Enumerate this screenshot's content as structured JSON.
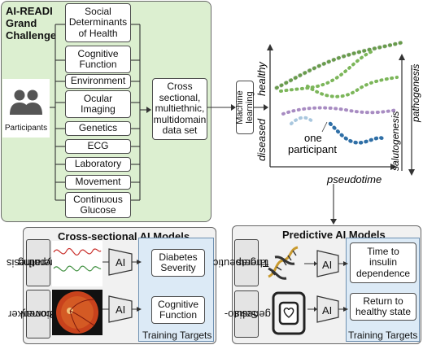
{
  "challenge_title": [
    "AI-READI",
    "Grand",
    "Challenge"
  ],
  "participants_label": "Participants",
  "domains": [
    [
      "Social",
      "Determinants",
      "of Health"
    ],
    [
      "Cognitive",
      "Function"
    ],
    [
      "Environment"
    ],
    [
      "Ocular",
      "Imaging"
    ],
    [
      "Genetics"
    ],
    [
      "ECG"
    ],
    [
      "Laboratory"
    ],
    [
      "Movement"
    ],
    [
      "Continuous",
      "Glucose"
    ]
  ],
  "dataset_label": [
    "Cross",
    "sectional,",
    "multiethnic,",
    "multidomain",
    "data set"
  ],
  "ml_label": [
    "Machine",
    "learning"
  ],
  "trajectory": {
    "healthy": "healthy",
    "diseased": "diseased",
    "pseudotime": "pseudotime",
    "one_participant": [
      "one",
      "participant"
    ],
    "pathogenesis": "pathogenesis",
    "salutogenesis": "salutogenesis"
  },
  "cross_sectional": {
    "title": "Cross-sectional AI Models",
    "rows": [
      {
        "side_label": [
          "Hypothesis",
          "Generating"
        ],
        "ai": "AI",
        "target": [
          "Diabetes",
          "Severity"
        ]
      },
      {
        "side_label": [
          "Biomarker",
          "Discovery"
        ],
        "ai": "AI",
        "target": [
          "Cognitive",
          "Function"
        ]
      }
    ],
    "training_targets": "Training Targets"
  },
  "predictive": {
    "title": "Predictive AI Models",
    "rows": [
      {
        "side_label": [
          "Therapeutic",
          "targets"
        ],
        "ai": "AI",
        "target": [
          "Time to",
          "insulin",
          "dependence"
        ]
      },
      {
        "side_label": [
          "Saluto-",
          "genesis"
        ],
        "ai": "AI",
        "target": [
          "Return to",
          "healthy state"
        ]
      }
    ],
    "training_targets": "Training Targets"
  },
  "colors": {
    "green_panel": "#dcefd0",
    "grey_panel": "#f1f1f1",
    "training_blue": "#dceaf6",
    "traj_green": "#7cb65a",
    "traj_purple": "#a88cc2",
    "traj_lightblue": "#a9c7de",
    "traj_blue": "#2f6fa6"
  }
}
